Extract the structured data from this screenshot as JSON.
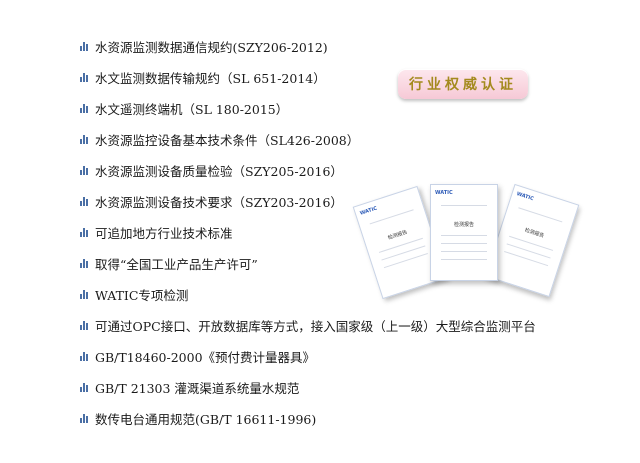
{
  "standards": [
    "水资源监测数据通信规约(SZY206-2012)",
    "水文监测数据传输规约（SL 651-2014）",
    "水文遥测终端机（SL 180-2015）",
    "水资源监控设备基本技术条件（SL426-2008）",
    "水资源监测设备质量检验（SZY205-2016）",
    "水资源监测设备技术要求（SZY203-2016）",
    "可追加地方行业技术标准",
    "取得“全国工业产品生产许可”",
    "WATIC专项检测",
    "可通过OPC接口、开放数据库等方式，接入国家级（上一级）大型综合监测平台",
    "GB/T18460-2000《预付费计量器具》",
    "GB/T 21303 灌溉渠道系统量水规范",
    "数传电台通用规范(GB/T 16611-1996)"
  ],
  "badge": {
    "text": "行业权威认证"
  },
  "documents": {
    "logo_text": "WATIC",
    "title_text": "检测报告"
  },
  "colors": {
    "bullet": "#4a6fa5",
    "badge_text": "#a48a1e",
    "badge_bg": "#f6c9d6"
  }
}
